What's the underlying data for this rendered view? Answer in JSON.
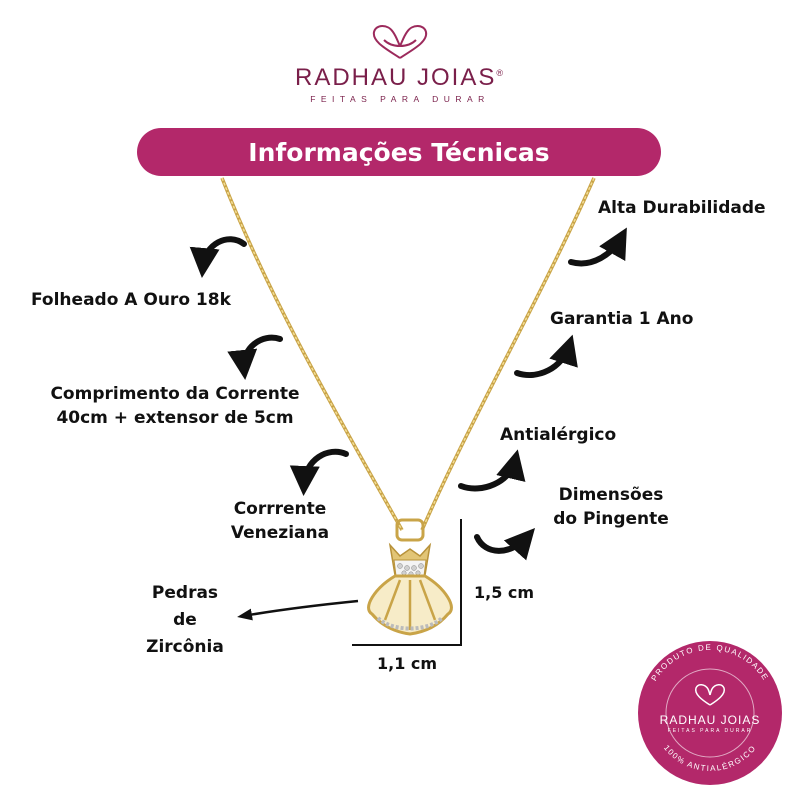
{
  "brand": {
    "name": "RADHAU JOIAS",
    "registered": "®",
    "tagline": "FEITAS PARA DURAR"
  },
  "banner": {
    "title": "Informações Técnicas"
  },
  "features": {
    "alta_durabilidade": "Alta Durabilidade",
    "folheado": "Folheado A Ouro 18k",
    "garantia": "Garantia 1 Ano",
    "comprimento_line1": "Comprimento da Corrente",
    "comprimento_line2": "40cm + extensor de 5cm",
    "antialergico": "Antialérgico",
    "corrente_line1": "Corrrente",
    "corrente_line2": "Veneziana",
    "dimensoes_line1": "Dimensões",
    "dimensoes_line2": "do Pingente",
    "pedras_line1": "Pedras",
    "pedras_line2": "de",
    "pedras_line3": "Zircônia"
  },
  "dimensions": {
    "height": "1,5 cm",
    "width": "1,1 cm"
  },
  "seal": {
    "top_text": "PRODUTO DE QUALIDADE",
    "bottom_text": "100% ANTIALÉRGICO",
    "name": "RADHAU JOIAS",
    "tagline": "FEITAS PARA DURAR"
  },
  "colors": {
    "brand": "#b3286a",
    "logo": "#7a1f4a",
    "gold": "#d8b860",
    "text": "#111111"
  }
}
